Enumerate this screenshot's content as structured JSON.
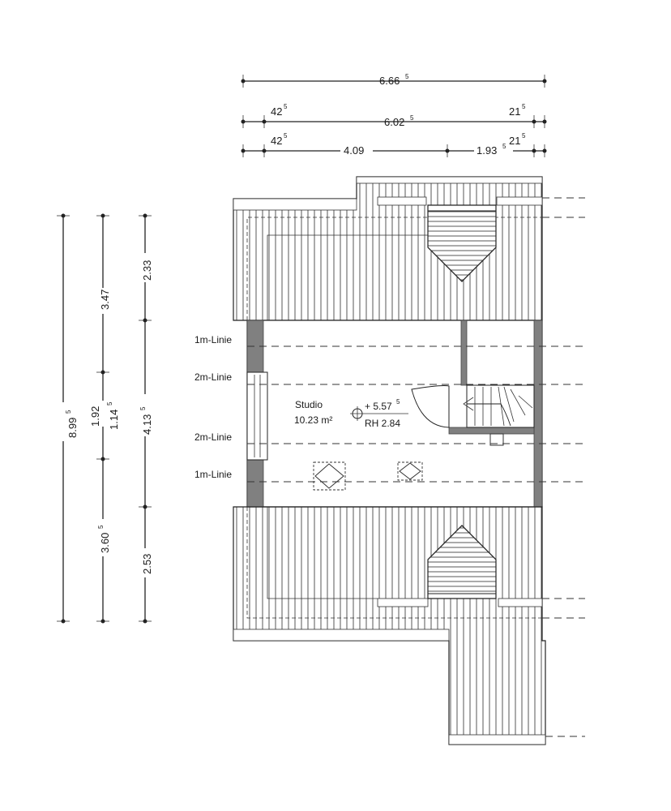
{
  "dimensions": {
    "top_total": {
      "main": "6.66",
      "sup": "5"
    },
    "top_row2": {
      "left": {
        "main": "42",
        "sup": "5"
      },
      "center": {
        "main": "6.02",
        "sup": "5"
      },
      "right": {
        "main": "21",
        "sup": "5"
      }
    },
    "top_row3": {
      "left": {
        "main": "42",
        "sup": "5"
      },
      "center": {
        "main": "4.09",
        "sup": ""
      },
      "center2": {
        "main": "1.93",
        "sup": "5"
      },
      "right": {
        "main": "21",
        "sup": "5"
      }
    },
    "left_col1": {
      "main": "8.99",
      "sup": "5"
    },
    "left_col2": [
      {
        "main": "3.47",
        "sup": ""
      },
      {
        "main": "1.92",
        "sup": ""
      },
      {
        "main": "3.60",
        "sup": "5"
      }
    ],
    "left_col2b": {
      "main": "1.14",
      "sup": "5"
    },
    "left_col3": [
      {
        "main": "2.33",
        "sup": ""
      },
      {
        "main": "4.13",
        "sup": "5"
      },
      {
        "main": "2.53",
        "sup": ""
      }
    ]
  },
  "room": {
    "name": "Studio",
    "area": "10.23 m²",
    "level": {
      "main": "+ 5.57",
      "sup": "5"
    },
    "room_height": "RH 2.84"
  },
  "height_lines": {
    "upper_1m": "1m-Linie",
    "upper_2m": "2m-Linie",
    "lower_2m": "2m-Linie",
    "lower_1m": "1m-Linie"
  }
}
